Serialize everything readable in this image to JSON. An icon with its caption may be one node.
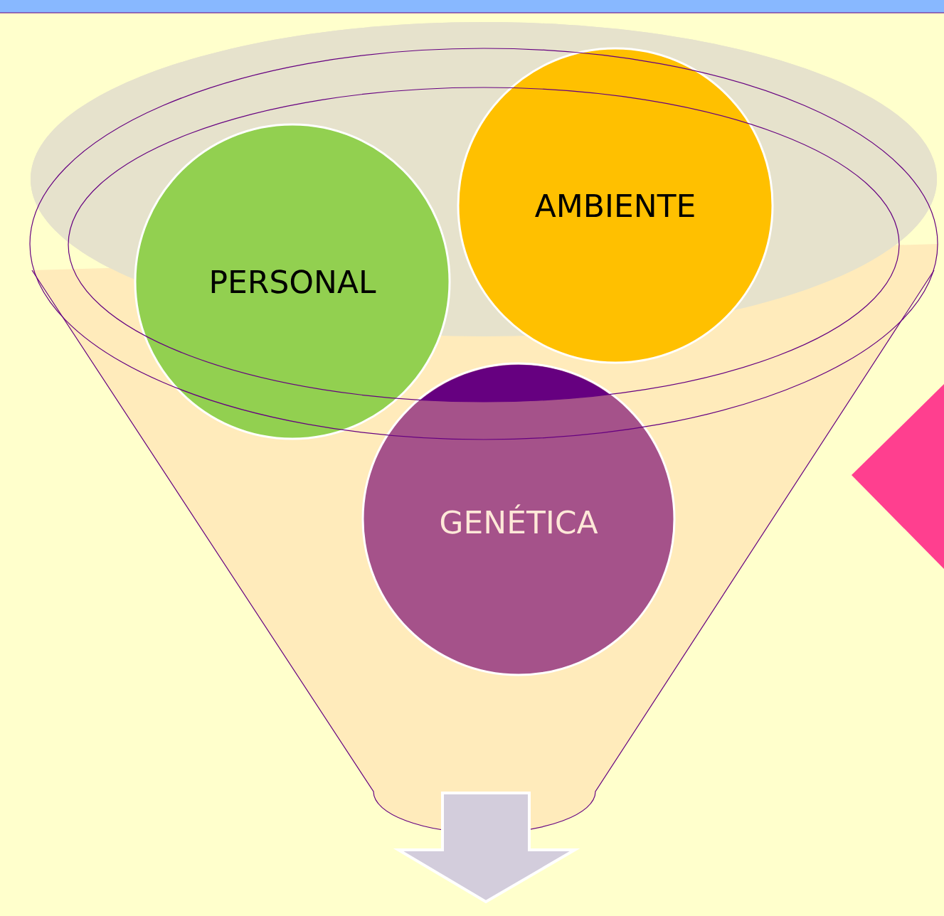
{
  "diagram": {
    "nodes": [
      {
        "text": [
          "PERSONAL"
        ]
      },
      {
        "text": [
          "AMBIENTE"
        ]
      },
      {
        "text": [
          "GENÉTICA"
        ]
      },
      {
        "text": [],
        "shape": "triangle"
      }
    ]
  }
}
